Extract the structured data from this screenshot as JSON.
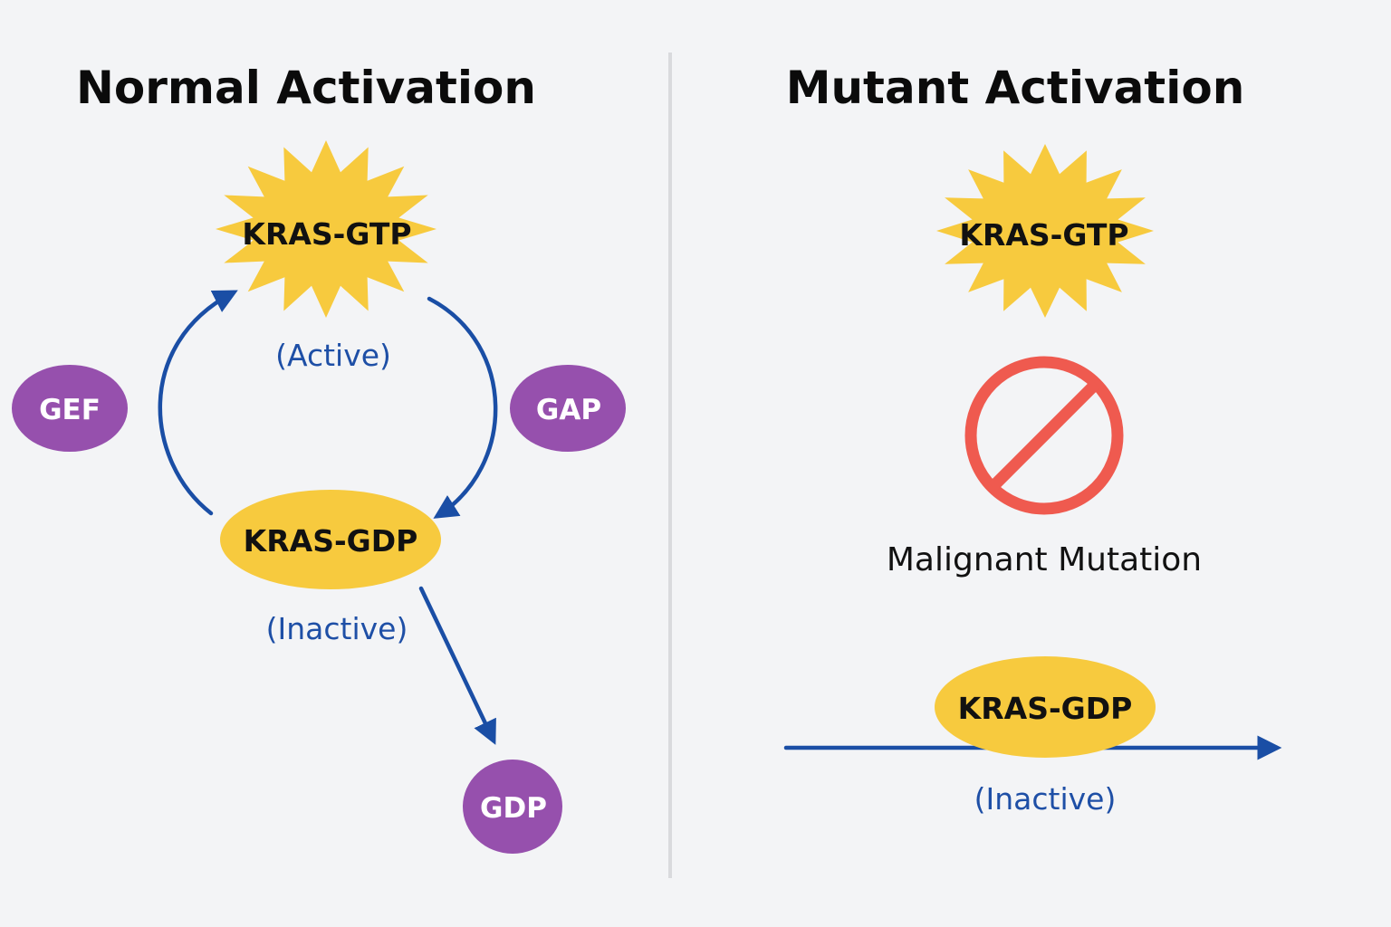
{
  "colors": {
    "background": "#f3f4f6",
    "active_burst": "#f7ca3e",
    "inactive_ellipse": "#f7ca3e",
    "regulator": "#9650ad",
    "arrow": "#1a4ea5",
    "state_text": "#1e4fa6",
    "prohibition": "#ef5a4f",
    "divider": "#d9dadd"
  },
  "left": {
    "title": "Normal Activation",
    "active_node": {
      "label": "KRAS-GTP",
      "state": "(Active)"
    },
    "inactive_node": {
      "label": "KRAS-GDP",
      "state": "(Inactive)"
    },
    "gef": {
      "label": "GEF"
    },
    "gap": {
      "label": "GAP"
    },
    "released": {
      "label": "GDP"
    }
  },
  "right": {
    "title": "Mutant Activation",
    "active_node": {
      "label": "KRAS-GTP"
    },
    "prohibition_icon": "no-entry-icon",
    "caption": "Malignant Mutation",
    "inactive_node": {
      "label": "KRAS-GDP",
      "state": "(Inactive)"
    }
  }
}
